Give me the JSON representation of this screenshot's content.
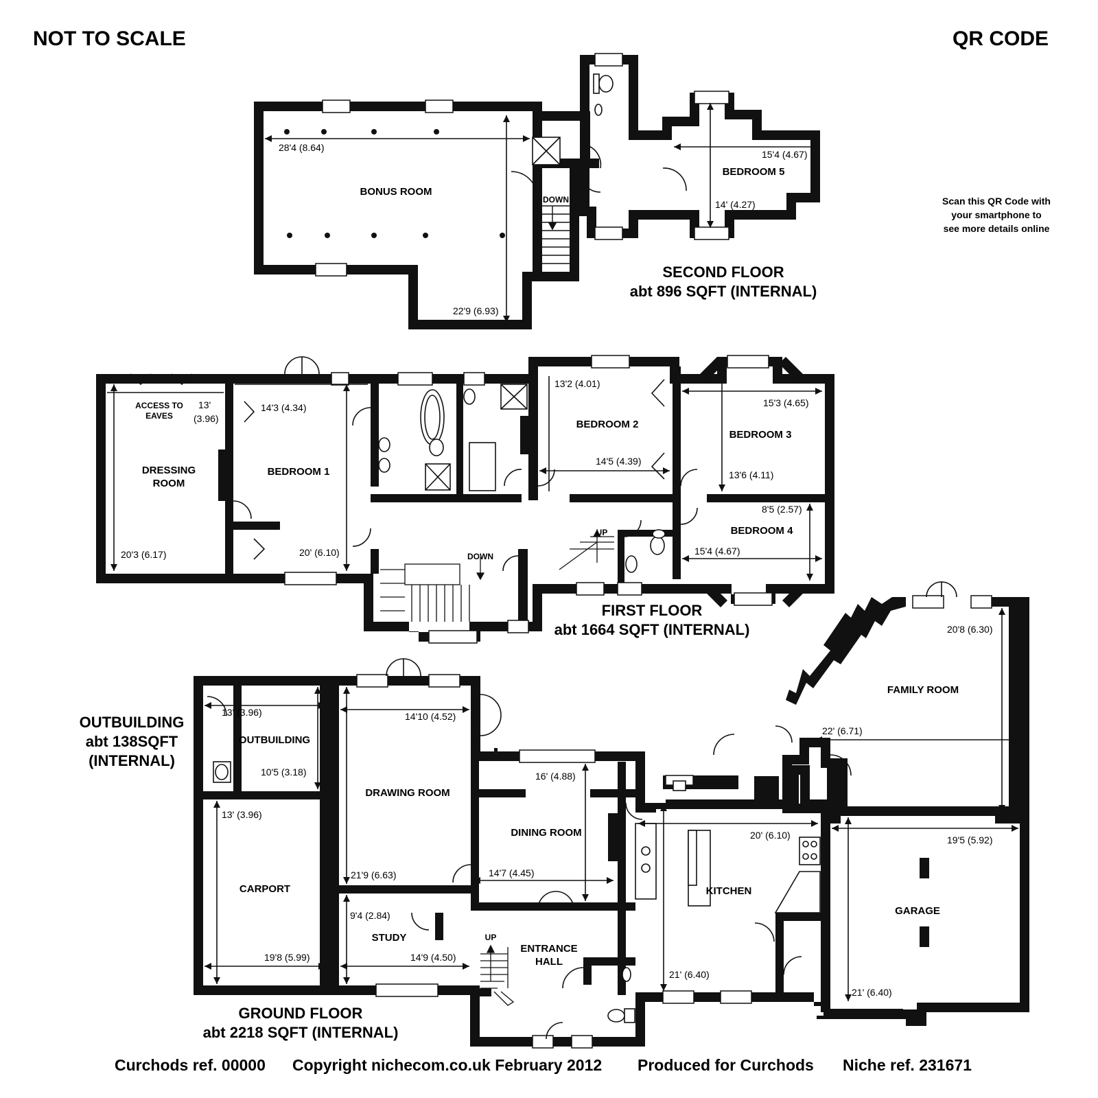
{
  "header": {
    "left": "NOT TO SCALE",
    "right": "QR CODE"
  },
  "qr_note": [
    "Scan this QR Code with",
    "your smartphone to",
    "see more details online"
  ],
  "floors": {
    "second": {
      "name": "SECOND FLOOR",
      "area": "abt 896 SQFT (INTERNAL)"
    },
    "first": {
      "name": "FIRST FLOOR",
      "area": "abt 1664 SQFT (INTERNAL)"
    },
    "ground": {
      "name": "GROUND FLOOR",
      "area": "abt 2218 SQFT (INTERNAL)"
    },
    "outbuilding": {
      "name": "OUTBUILDING",
      "area": "abt 138SQFT",
      "note": "(INTERNAL)"
    }
  },
  "rooms": {
    "bonus_room": "BONUS ROOM",
    "bedroom_5": "BEDROOM 5",
    "access_to_eaves_1": "ACCESS TO",
    "access_to_eaves_2": "EAVES",
    "dressing_room_1": "DRESSING",
    "dressing_room_2": "ROOM",
    "bedroom_1": "BEDROOM 1",
    "bedroom_2": "BEDROOM 2",
    "bedroom_3": "BEDROOM 3",
    "bedroom_4": "BEDROOM 4",
    "outbuilding": "OUTBUILDING",
    "drawing_room": "DRAWING ROOM",
    "dining_room": "DINING ROOM",
    "family_room": "FAMILY ROOM",
    "carport": "CARPORT",
    "study": "STUDY",
    "entrance_hall_1": "ENTRANCE",
    "entrance_hall_2": "HALL",
    "kitchen": "KITCHEN",
    "garage": "GARAGE"
  },
  "stairs": {
    "down_second": "DOWN",
    "down_first": "DOWN",
    "up_first": "UP",
    "up_ground": "UP"
  },
  "dimensions": {
    "bonus_w": "28'4 (8.64)",
    "bonus_h": "22'9 (6.93)",
    "bed5_w": "15'4 (4.67)",
    "bed5_h": "14' (4.27)",
    "dressing_w_1": "13'",
    "dressing_w_2": "(3.96)",
    "dressing_h": "20'3 (6.17)",
    "bed1_w": "14'3 (4.34)",
    "bed1_h": "20' (6.10)",
    "bed2_w": "14'5 (4.39)",
    "bed2_h": "13'2 (4.01)",
    "bed3_w": "15'3 (4.65)",
    "bed3_h": "13'6 (4.11)",
    "bed4_w": "15'4 (4.67)",
    "bed4_h": "8'5 (2.57)",
    "out_w": "13' (3.96)",
    "out_h": "10'5 (3.18)",
    "drawing_w": "14'10 (4.52)",
    "drawing_h": "21'9 (6.63)",
    "dining_w": "14'7 (4.45)",
    "dining_h": "16' (4.88)",
    "family_w": "22' (6.71)",
    "family_h": "20'8 (6.30)",
    "carport_h": "13' (3.96)",
    "carport_w": "19'8 (5.99)",
    "study_h": "9'4 (2.84)",
    "study_w": "14'9 (4.50)",
    "kitchen_w": "20' (6.10)",
    "kitchen_h": "21' (6.40)",
    "garage_w": "19'5 (5.92)",
    "garage_h": "21' (6.40)"
  },
  "footer": {
    "ref": "Curchods ref. 00000",
    "copyright": "Copyright nichecom.co.uk February 2012",
    "produced": "Produced for Curchods",
    "niche": "Niche ref. 231671"
  }
}
